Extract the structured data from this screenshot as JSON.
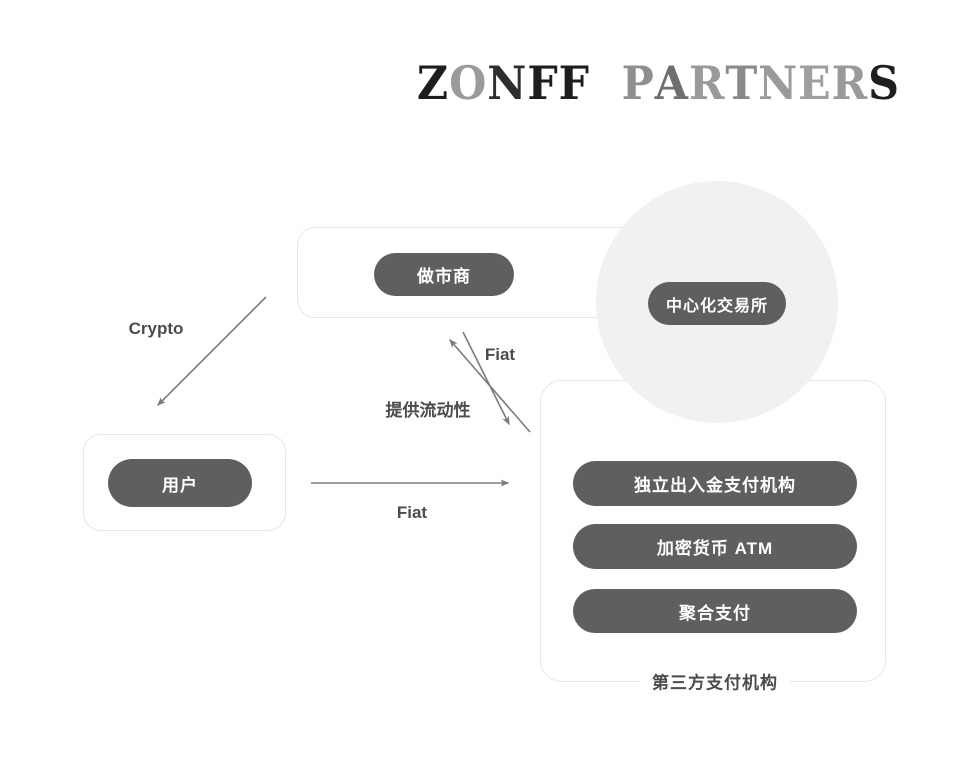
{
  "brand": {
    "name": "ZONFF PARTNERS",
    "letters": [
      {
        "ch": "Z",
        "color": "#1e1e1e"
      },
      {
        "ch": "O",
        "color": "#9a9a9a"
      },
      {
        "ch": "N",
        "color": "#2e2e2e"
      },
      {
        "ch": "F",
        "color": "#1e1e1e"
      },
      {
        "ch": "F",
        "color": "#1e1e1e"
      },
      {
        "ch": "  ",
        "color": "#ffffff"
      },
      {
        "ch": "P",
        "color": "#8f8f8f"
      },
      {
        "ch": "A",
        "color": "#6f6f6f"
      },
      {
        "ch": "R",
        "color": "#9a9a9a"
      },
      {
        "ch": "T",
        "color": "#8a8a8a"
      },
      {
        "ch": "N",
        "color": "#9a9a9a"
      },
      {
        "ch": "E",
        "color": "#9f9f9f"
      },
      {
        "ch": "R",
        "color": "#9a9a9a"
      },
      {
        "ch": "S",
        "color": "#1e1e1e"
      }
    ]
  },
  "nodes": {
    "market_maker": {
      "label": "做市商"
    },
    "centralized_exchange": {
      "label": "中心化交易所"
    },
    "user": {
      "label": "用户"
    },
    "third_party": {
      "caption": "第三方支付机构",
      "items": [
        "独立出入金支付机构",
        "加密货币 ATM",
        "聚合支付"
      ]
    }
  },
  "edges": {
    "crypto": {
      "label": "Crypto"
    },
    "fiat_diagonal": {
      "label": "Fiat"
    },
    "liquidity": {
      "label": "提供流动性"
    },
    "fiat_horizontal": {
      "label": "Fiat"
    }
  },
  "colors": {
    "pill_bg": "#5f5f5f",
    "pill_text": "#ffffff",
    "arrow": "#7b7b7b",
    "label_text": "#4c4c4c",
    "box_border": "#e7e7e7",
    "circle_bg": "#f1f1f1",
    "background": "#ffffff"
  }
}
